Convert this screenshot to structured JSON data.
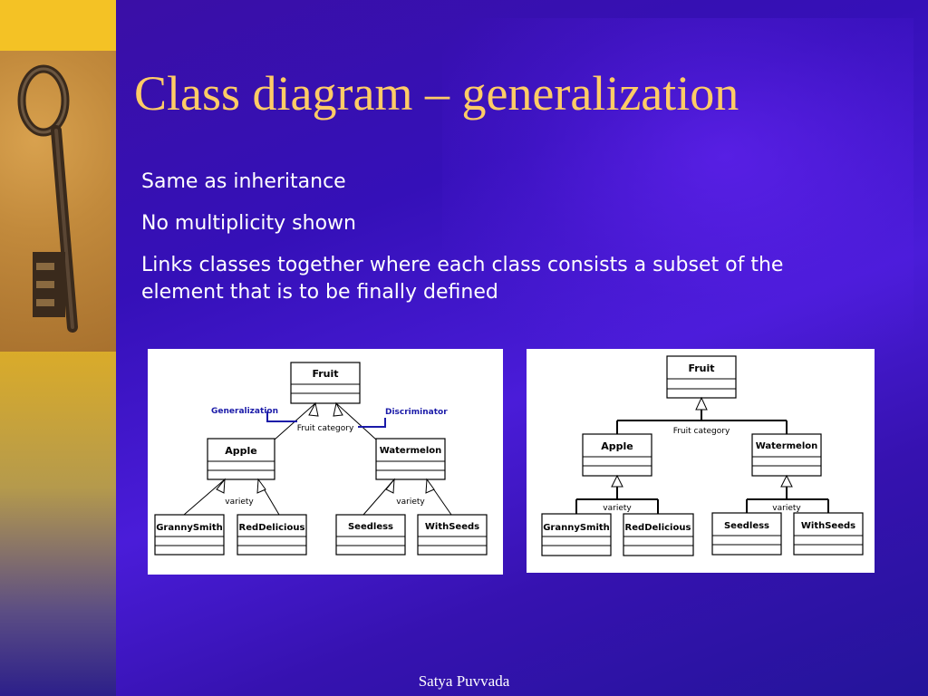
{
  "slide": {
    "title": "Class diagram – generalization",
    "bullets": [
      "Same as inheritance",
      "No multiplicity shown",
      "Links classes together where each class consists a subset of the element that is to be finally defined"
    ],
    "footer": "Satya Puvvada"
  },
  "diagram_left": {
    "root": "Fruit",
    "labels": {
      "generalization": "Generalization",
      "discriminator": "Discriminator",
      "fruit_category": "Fruit category"
    },
    "level1": [
      "Apple",
      "Watermelon"
    ],
    "variety_label": "variety",
    "apple_children": [
      "GrannySmith",
      "RedDelicious"
    ],
    "watermelon_children": [
      "Seedless",
      "WithSeeds"
    ]
  },
  "diagram_right": {
    "root": "Fruit",
    "fruit_category": "Fruit category",
    "level1": [
      "Apple",
      "Watermelon"
    ],
    "variety_label": "variety",
    "apple_children": [
      "GrannySmith",
      "RedDelicious"
    ],
    "watermelon_children": [
      "Seedless",
      "WithSeeds"
    ]
  },
  "colors": {
    "title": "#ffcc66",
    "annotation": "#1a1aa8"
  }
}
